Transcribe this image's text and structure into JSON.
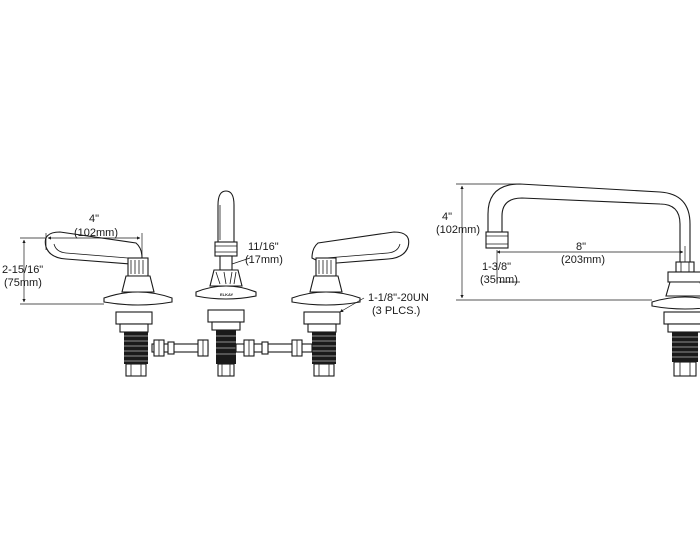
{
  "dimensions": {
    "handle_reach": {
      "in": "4\"",
      "mm": "(102mm)"
    },
    "handle_height": {
      "in": "2-15/16\"",
      "mm": "(75mm)"
    },
    "spout_diameter": {
      "in": "11/16\"",
      "mm": "(17mm)"
    },
    "thread": {
      "spec": "1-1/8\"-20UN",
      "qty": "(3 PLCS.)"
    },
    "spout_height": {
      "in": "4\"",
      "mm": "(102mm)"
    },
    "spout_outlet": {
      "in": "1-3/8\"",
      "mm": "(35mm)"
    },
    "spout_reach": {
      "in": "8\"",
      "mm": "(203mm)"
    }
  },
  "brand_mark": "ELKAY"
}
